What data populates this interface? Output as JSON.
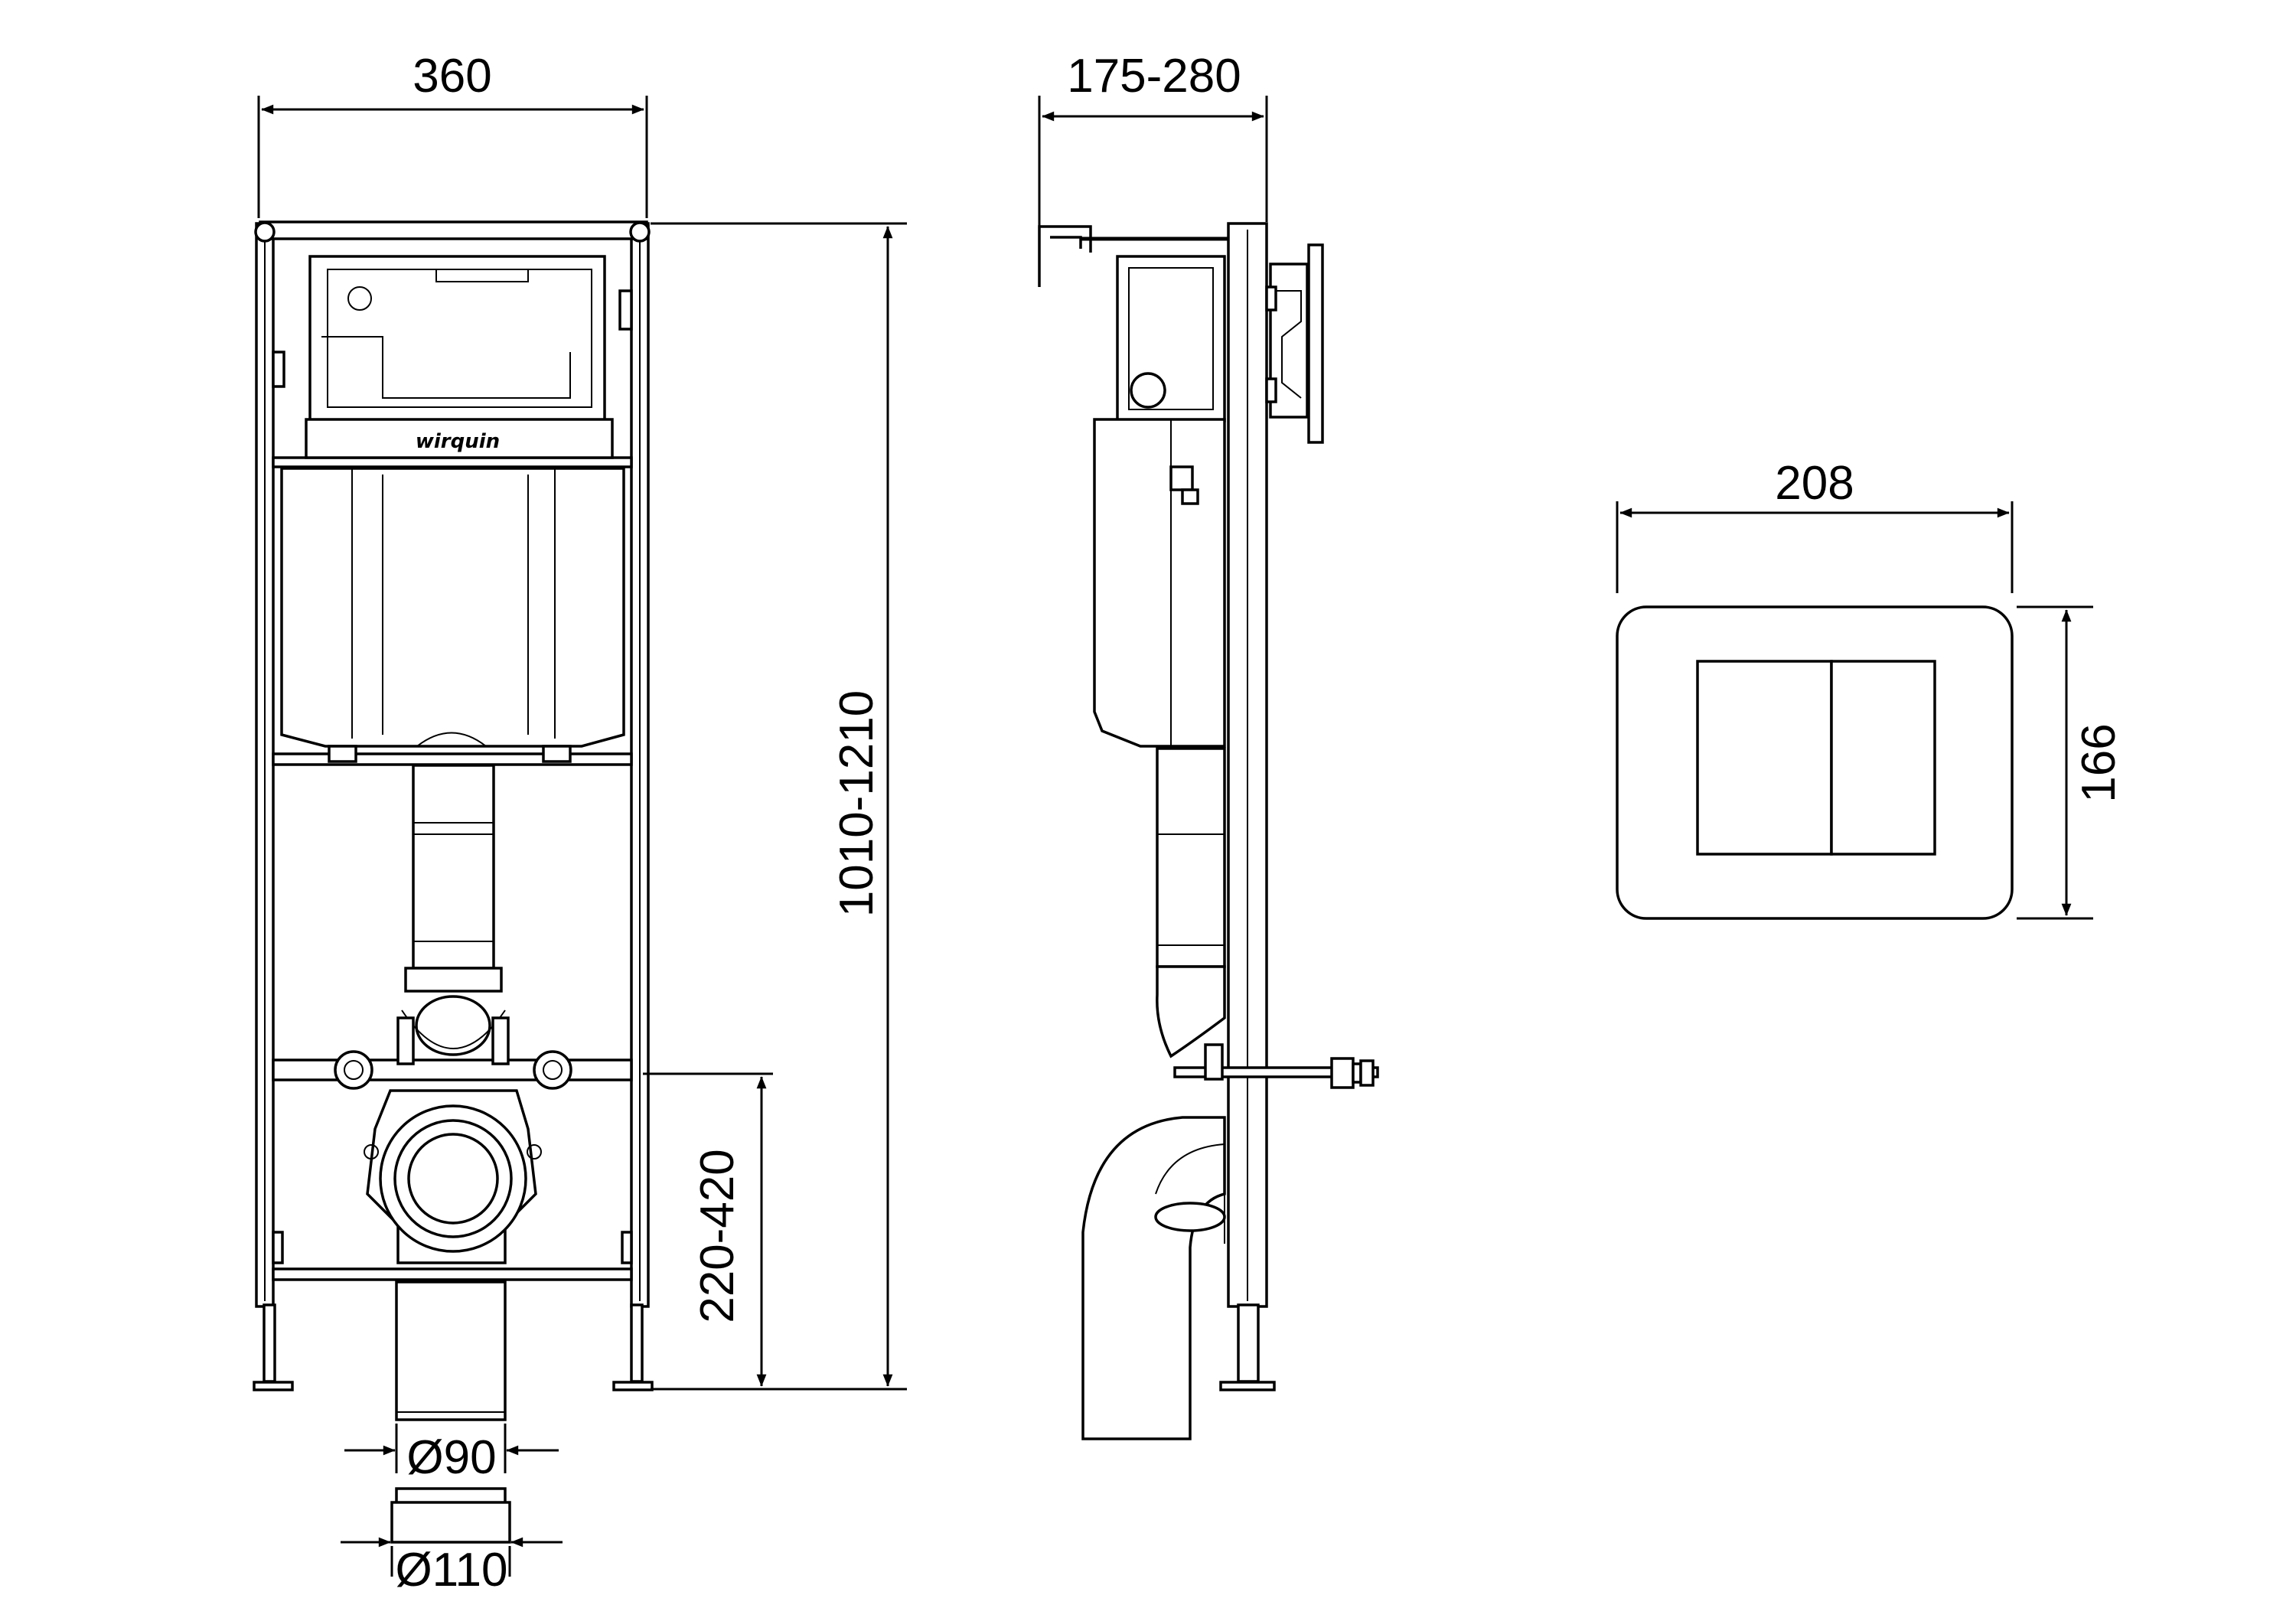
{
  "dimensions": {
    "frame_width": "360",
    "frame_depth": "175-280",
    "frame_height": "1010-1210",
    "outlet_height": "220-420",
    "pipe_dia_small": "Ø90",
    "pipe_dia_large": "Ø110",
    "plate_width": "208",
    "plate_height": "166"
  },
  "cistern": {
    "brand": "wirquin"
  }
}
